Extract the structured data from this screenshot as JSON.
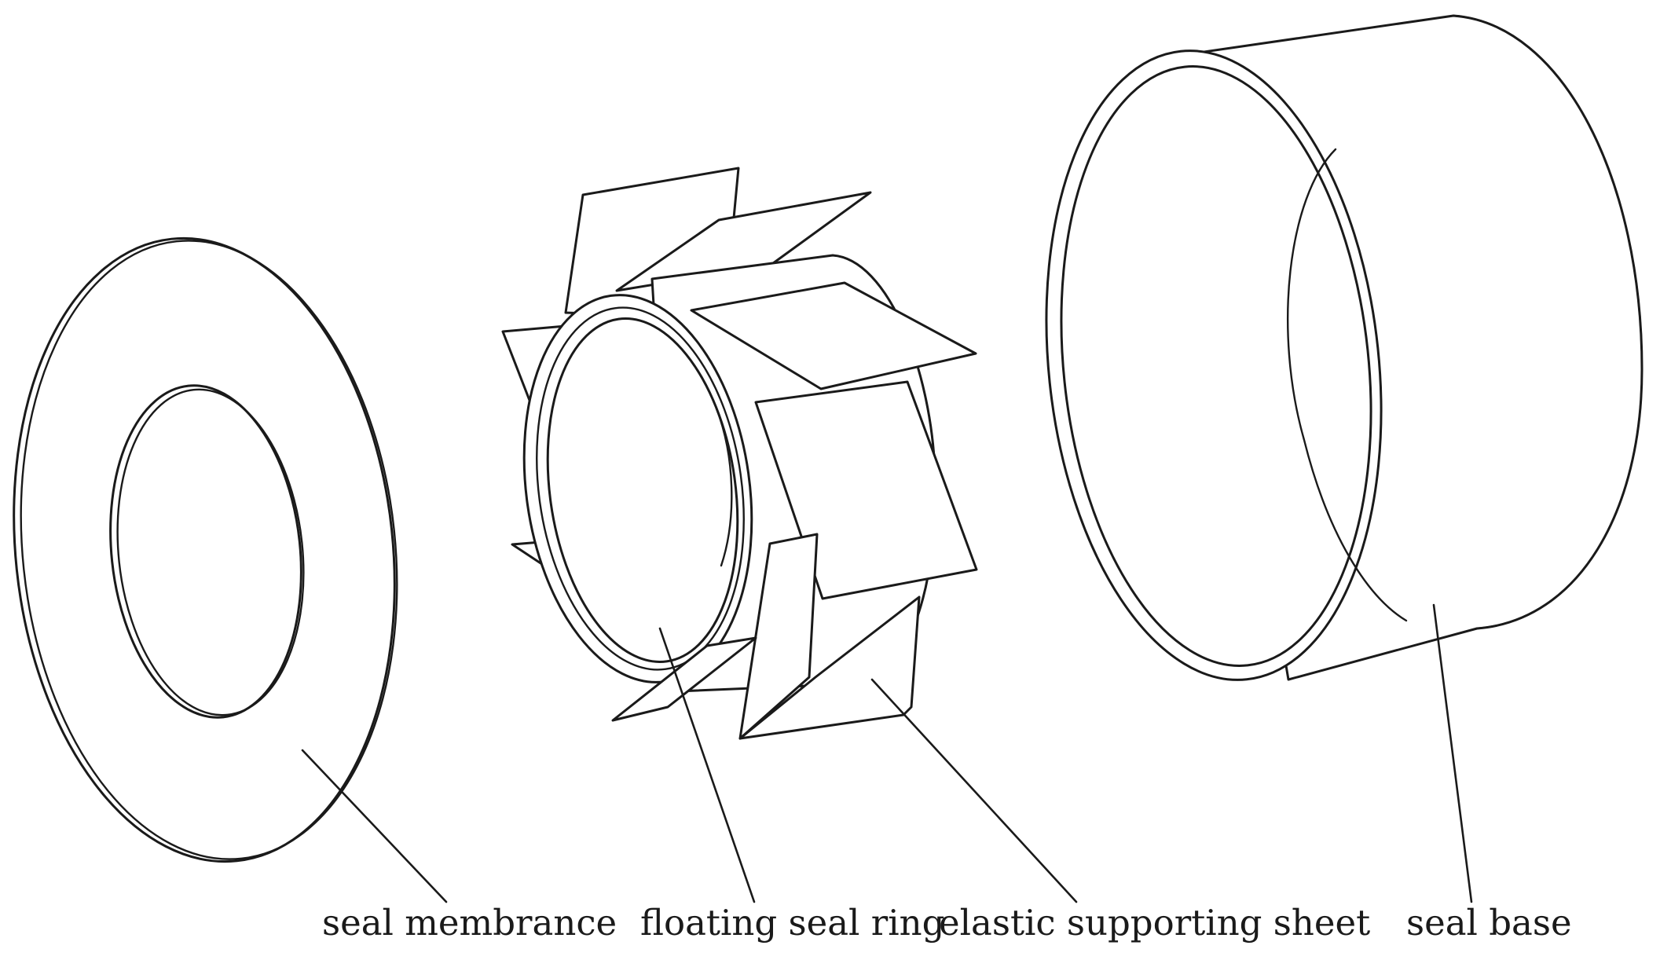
{
  "labels": {
    "seal_membrance": "seal membrance",
    "floating_seal_ring": "floating seal ring",
    "elastic_supporting_sheet": "elastic supporting sheet",
    "seal_base": "seal base"
  }
}
